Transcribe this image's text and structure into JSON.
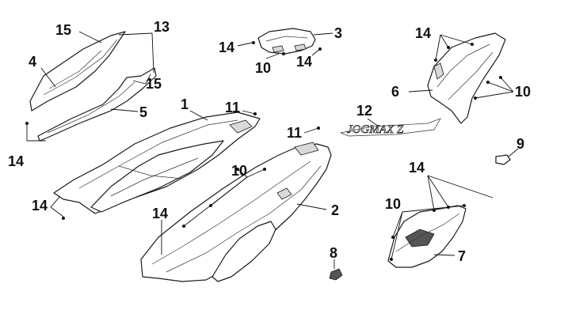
{
  "callouts": {
    "c1": "1",
    "c2": "2",
    "c3": "3",
    "c4": "4",
    "c5": "5",
    "c6": "6",
    "c7": "7",
    "c8": "8",
    "c9": "9",
    "c10a": "10",
    "c10b": "10",
    "c10c": "10",
    "c10d": "10",
    "c11a": "11",
    "c11b": "11",
    "c12": "12",
    "c13": "13",
    "c14a": "14",
    "c14b": "14",
    "c14c": "14",
    "c14d": "14",
    "c14e": "14",
    "c14f": "14",
    "c14g": "14",
    "c15a": "15",
    "c15b": "15"
  },
  "emblem_text": "JOGMAX Z"
}
